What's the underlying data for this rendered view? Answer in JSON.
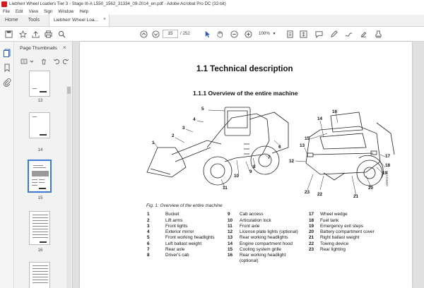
{
  "window": {
    "title": "Liebherr Wheel Loaders Tier 3 - Stage III-A L550_1562_31334_09-2014_en.pdf - Adobe Acrobat Pro DC (32-bit)"
  },
  "menu": [
    "File",
    "Edit",
    "View",
    "Sign",
    "Window",
    "Help"
  ],
  "tabs": {
    "home": "Home",
    "tools": "Tools",
    "document": "Liebherr Wheel Loa...",
    "close_glyph": "×"
  },
  "toolbar": {
    "current_page": "15",
    "page_total": "/ 252",
    "zoom": "100%"
  },
  "panel": {
    "title": "Page Thumbnails",
    "close_glyph": "×",
    "thumbnails": [
      {
        "label": "13"
      },
      {
        "label": "14"
      },
      {
        "label": "15"
      },
      {
        "label": "16"
      }
    ]
  },
  "document": {
    "heading": "1.1  Technical description",
    "subheading": "1.1.1   Overview of the entire machine",
    "figure_caption": "Fig. 1: Overview of the entire machine",
    "figure_id": "LWB02123",
    "callouts_left": [
      "1",
      "2",
      "3",
      "4",
      "5",
      "6",
      "7",
      "8",
      "9",
      "10",
      "11"
    ],
    "callouts_right": [
      "12",
      "13",
      "14",
      "15",
      "16",
      "17",
      "18",
      "19",
      "20",
      "21",
      "22",
      "23"
    ],
    "legend": {
      "col1": [
        {
          "num": "1",
          "text": "Bucket"
        },
        {
          "num": "2",
          "text": "Lift arms"
        },
        {
          "num": "3",
          "text": "Front lights"
        },
        {
          "num": "4",
          "text": "Exterior mirror"
        },
        {
          "num": "5",
          "text": "Front working headlights"
        },
        {
          "num": "6",
          "text": "Left ballast weight"
        },
        {
          "num": "7",
          "text": "Rear axle"
        },
        {
          "num": "8",
          "text": "Driver's cab"
        }
      ],
      "col2": [
        {
          "num": "9",
          "text": "Cab access"
        },
        {
          "num": "10",
          "text": "Articulation lock"
        },
        {
          "num": "11",
          "text": "Front axle"
        },
        {
          "num": "12",
          "text": "License plate lights (optional)"
        },
        {
          "num": "13",
          "text": "Rear working headlights"
        },
        {
          "num": "14",
          "text": "Engine compartment hood"
        },
        {
          "num": "15",
          "text": "Cooling system grille"
        },
        {
          "num": "16",
          "text": "Rear working headlight"
        },
        {
          "num": "",
          "text": "(optional)"
        }
      ],
      "col3": [
        {
          "num": "17",
          "text": "Wheel wedge"
        },
        {
          "num": "18",
          "text": "Fuel tank"
        },
        {
          "num": "19",
          "text": "Emergency exit steps"
        },
        {
          "num": "20",
          "text": "Battery compartment cover"
        },
        {
          "num": "21",
          "text": "Right ballast weight"
        },
        {
          "num": "22",
          "text": "Towing device"
        },
        {
          "num": "23",
          "text": "Rear lighting"
        }
      ]
    }
  },
  "colors": {
    "accent": "#3d7ad6",
    "app_red": "#d6181e"
  }
}
